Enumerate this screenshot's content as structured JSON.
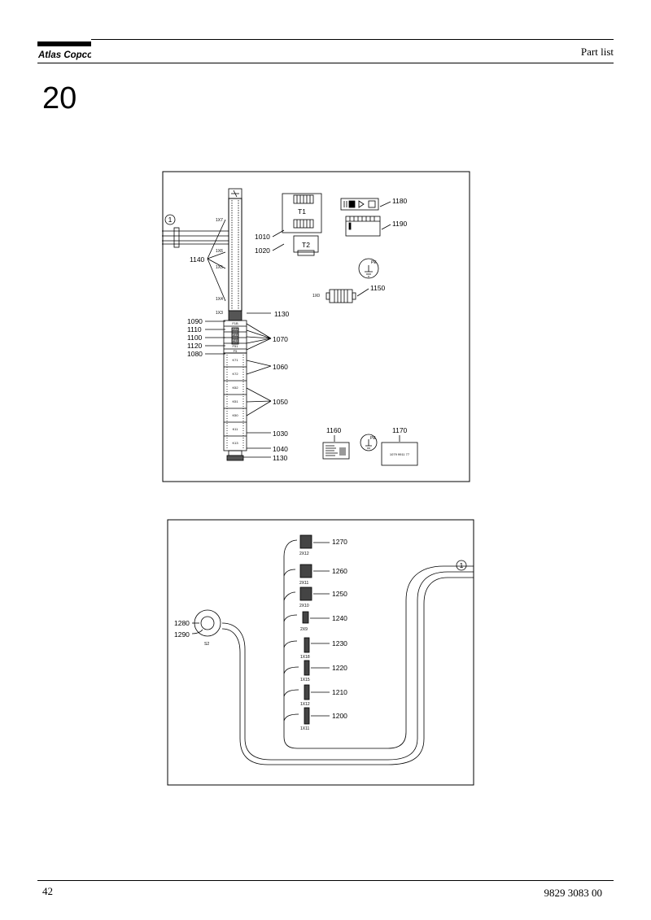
{
  "header": {
    "brand": "Atlas Copco",
    "title": "Part list"
  },
  "section": {
    "number": "20"
  },
  "footer": {
    "page": "42",
    "document_number": "9829 3083 00"
  },
  "diagram_top": {
    "connectors": [
      "1X7",
      "1X6",
      "1X5",
      "1X4",
      "1X3",
      "1X0"
    ],
    "modules": [
      "F1B",
      "F21",
      "F31",
      "F41",
      "F51",
      "F5",
      "K71",
      "K72",
      "K52",
      "K51",
      "K50",
      "K11",
      "K13"
    ],
    "transformers": [
      "T1",
      "T2"
    ],
    "ground_label": "PE",
    "plate_text": "1079 9911 77",
    "callouts": {
      "c1010": "1010",
      "c1020": "1020",
      "c1030": "1030",
      "c1040": "1040",
      "c1050": "1050",
      "c1060": "1060",
      "c1070": "1070",
      "c1080": "1080",
      "c1090": "1090",
      "c1100": "1100",
      "c1110": "1110",
      "c1120": "1120",
      "c1130a": "1130",
      "c1130b": "1130",
      "c1140": "1140",
      "c1150": "1150",
      "c1160": "1160",
      "c1170": "1170",
      "c1180": "1180",
      "c1190": "1190"
    },
    "marker": "1"
  },
  "diagram_bottom": {
    "connectors": [
      "2X12",
      "2X11",
      "2X10",
      "2X9",
      "1X18",
      "1X15",
      "1X12",
      "1X11"
    ],
    "callouts": [
      "1270",
      "1260",
      "1250",
      "1240",
      "1230",
      "1220",
      "1210",
      "1200"
    ],
    "sensor": {
      "label": "S2",
      "callout_a": "1280",
      "callout_b": "1290"
    },
    "marker": "1"
  }
}
